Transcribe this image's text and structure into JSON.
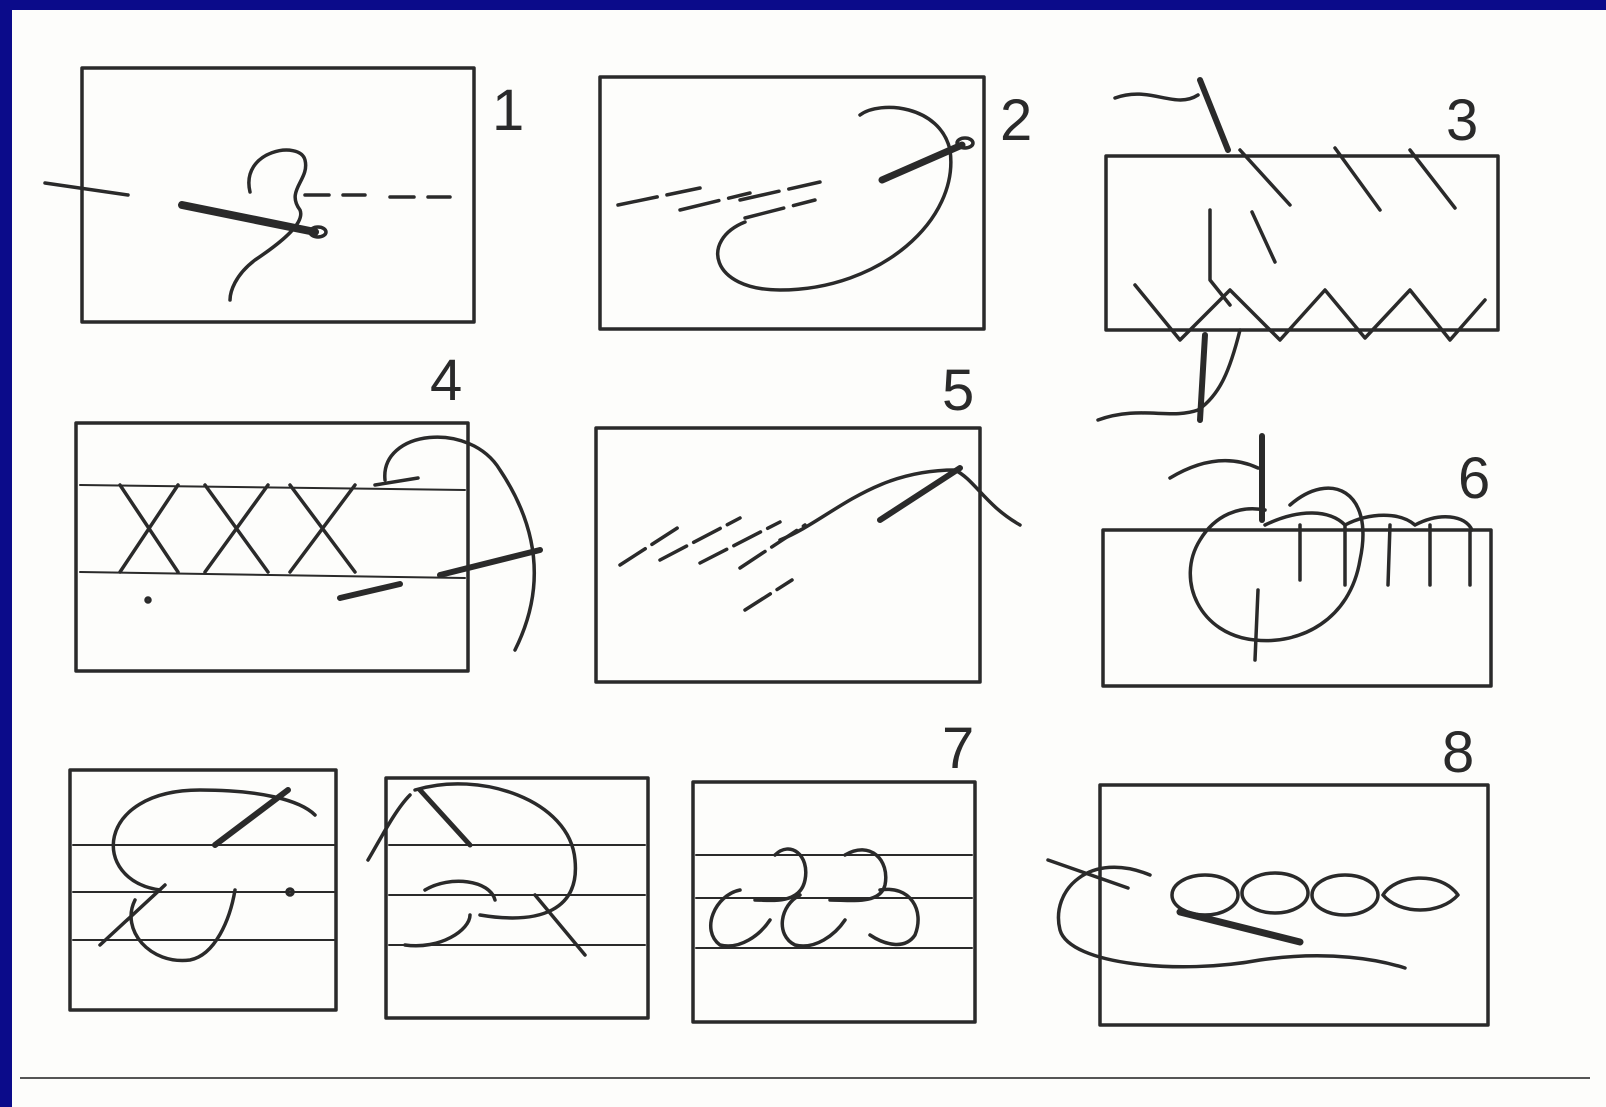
{
  "colors": {
    "background": "#0b0b8a",
    "sheet": "#fdfdfb",
    "ink": "#2a2a2a"
  },
  "panels": [
    {
      "number": "1"
    },
    {
      "number": "2"
    },
    {
      "number": "3"
    },
    {
      "number": "4"
    },
    {
      "number": "5"
    },
    {
      "number": "6"
    },
    {
      "number": "7"
    },
    {
      "number": "8"
    }
  ]
}
